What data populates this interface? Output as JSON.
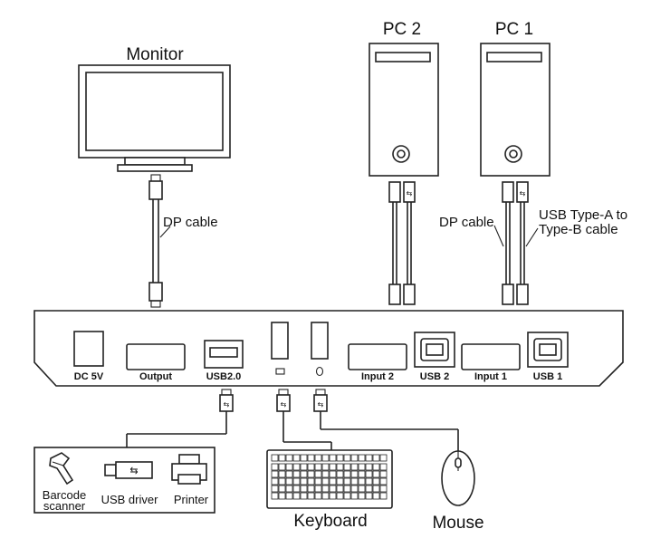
{
  "devices": {
    "monitor": "Monitor",
    "pc2": "PC 2",
    "pc1": "PC 1",
    "keyboard": "Keyboard",
    "mouse": "Mouse"
  },
  "cables": {
    "dp_monitor": "DP cable",
    "dp_pc": "DP cable",
    "usb_ab_line1": "USB Type-A to",
    "usb_ab_line2": "Type-B cable"
  },
  "ports": {
    "dc": "DC 5V",
    "output": "Output",
    "usb20": "USB2.0",
    "input2": "Input 2",
    "usb2": "USB 2",
    "input1": "Input 1",
    "usb1": "USB 1"
  },
  "peripherals": {
    "barcode_line1": "Barcode",
    "barcode_line2": "scanner",
    "usb_driver": "USB driver",
    "printer": "Printer"
  }
}
